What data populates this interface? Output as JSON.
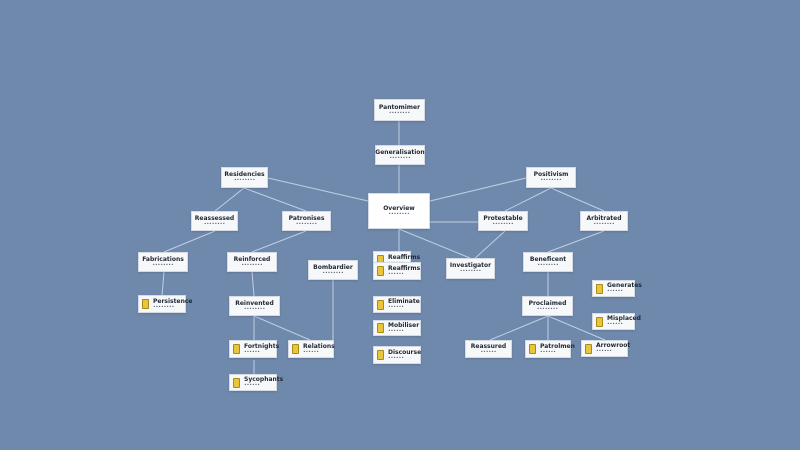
{
  "diagram": {
    "root": {
      "title": "Overview",
      "sub": "••••••••"
    },
    "n_top": {
      "title": "Pantomimer",
      "sub": "••••••••"
    },
    "n_second": {
      "title": "Generalisation",
      "sub": "••••••••"
    },
    "n_left_top": {
      "title": "Residencies",
      "sub": "••••••••"
    },
    "n_l2a": {
      "title": "Reassessed",
      "sub": "••••••••"
    },
    "n_l2b": {
      "title": "Patronises",
      "sub": "••••••••"
    },
    "n_l3a": {
      "title": "Fabrications",
      "sub": "••••••••"
    },
    "n_l3b": {
      "title": "Reinforced",
      "sub": "••••••••"
    },
    "n_l3c": {
      "title": "Bombardier",
      "sub": "••••••••"
    },
    "n_l4a": {
      "title": "Persistence",
      "sub": "••••••••"
    },
    "n_l4b": {
      "title": "Reinvented",
      "sub": "••••••••"
    },
    "n_l5a": {
      "title": "Fortnights",
      "sub": "••••••"
    },
    "n_l5b": {
      "title": "Relations",
      "sub": "••••••"
    },
    "n_l6a": {
      "title": "Sycophants",
      "sub": "••••••"
    },
    "n_c1": {
      "title": "Reaffirms",
      "sub": "••••••"
    },
    "n_c2": {
      "title": "Eliminate",
      "sub": "••••••"
    },
    "n_c3": {
      "title": "Mobiliser",
      "sub": "••••••"
    },
    "n_c4": {
      "title": "Discourse",
      "sub": "••••••"
    },
    "n_r_top": {
      "title": "Positivism",
      "sub": "••••••••"
    },
    "n_r2a": {
      "title": "Protestable",
      "sub": "••••••••"
    },
    "n_r2b": {
      "title": "Arbitrated",
      "sub": "••••••••"
    },
    "n_r3a": {
      "title": "Investigator",
      "sub": "••••••••"
    },
    "n_r3b": {
      "title": "Beneficent",
      "sub": "••••••••"
    },
    "n_r4a": {
      "title": "Proclaimed",
      "sub": "••••••••"
    },
    "n_r5a": {
      "title": "Reassured",
      "sub": "••••••"
    },
    "n_r5b": {
      "title": "Patrolmen",
      "sub": "••••••"
    },
    "n_r5c": {
      "title": "Arrowroot",
      "sub": "••••••"
    },
    "n_r6a": {
      "title": "Generates",
      "sub": "••••••"
    },
    "n_r6b": {
      "title": "Misplaced",
      "sub": "••••••"
    }
  }
}
